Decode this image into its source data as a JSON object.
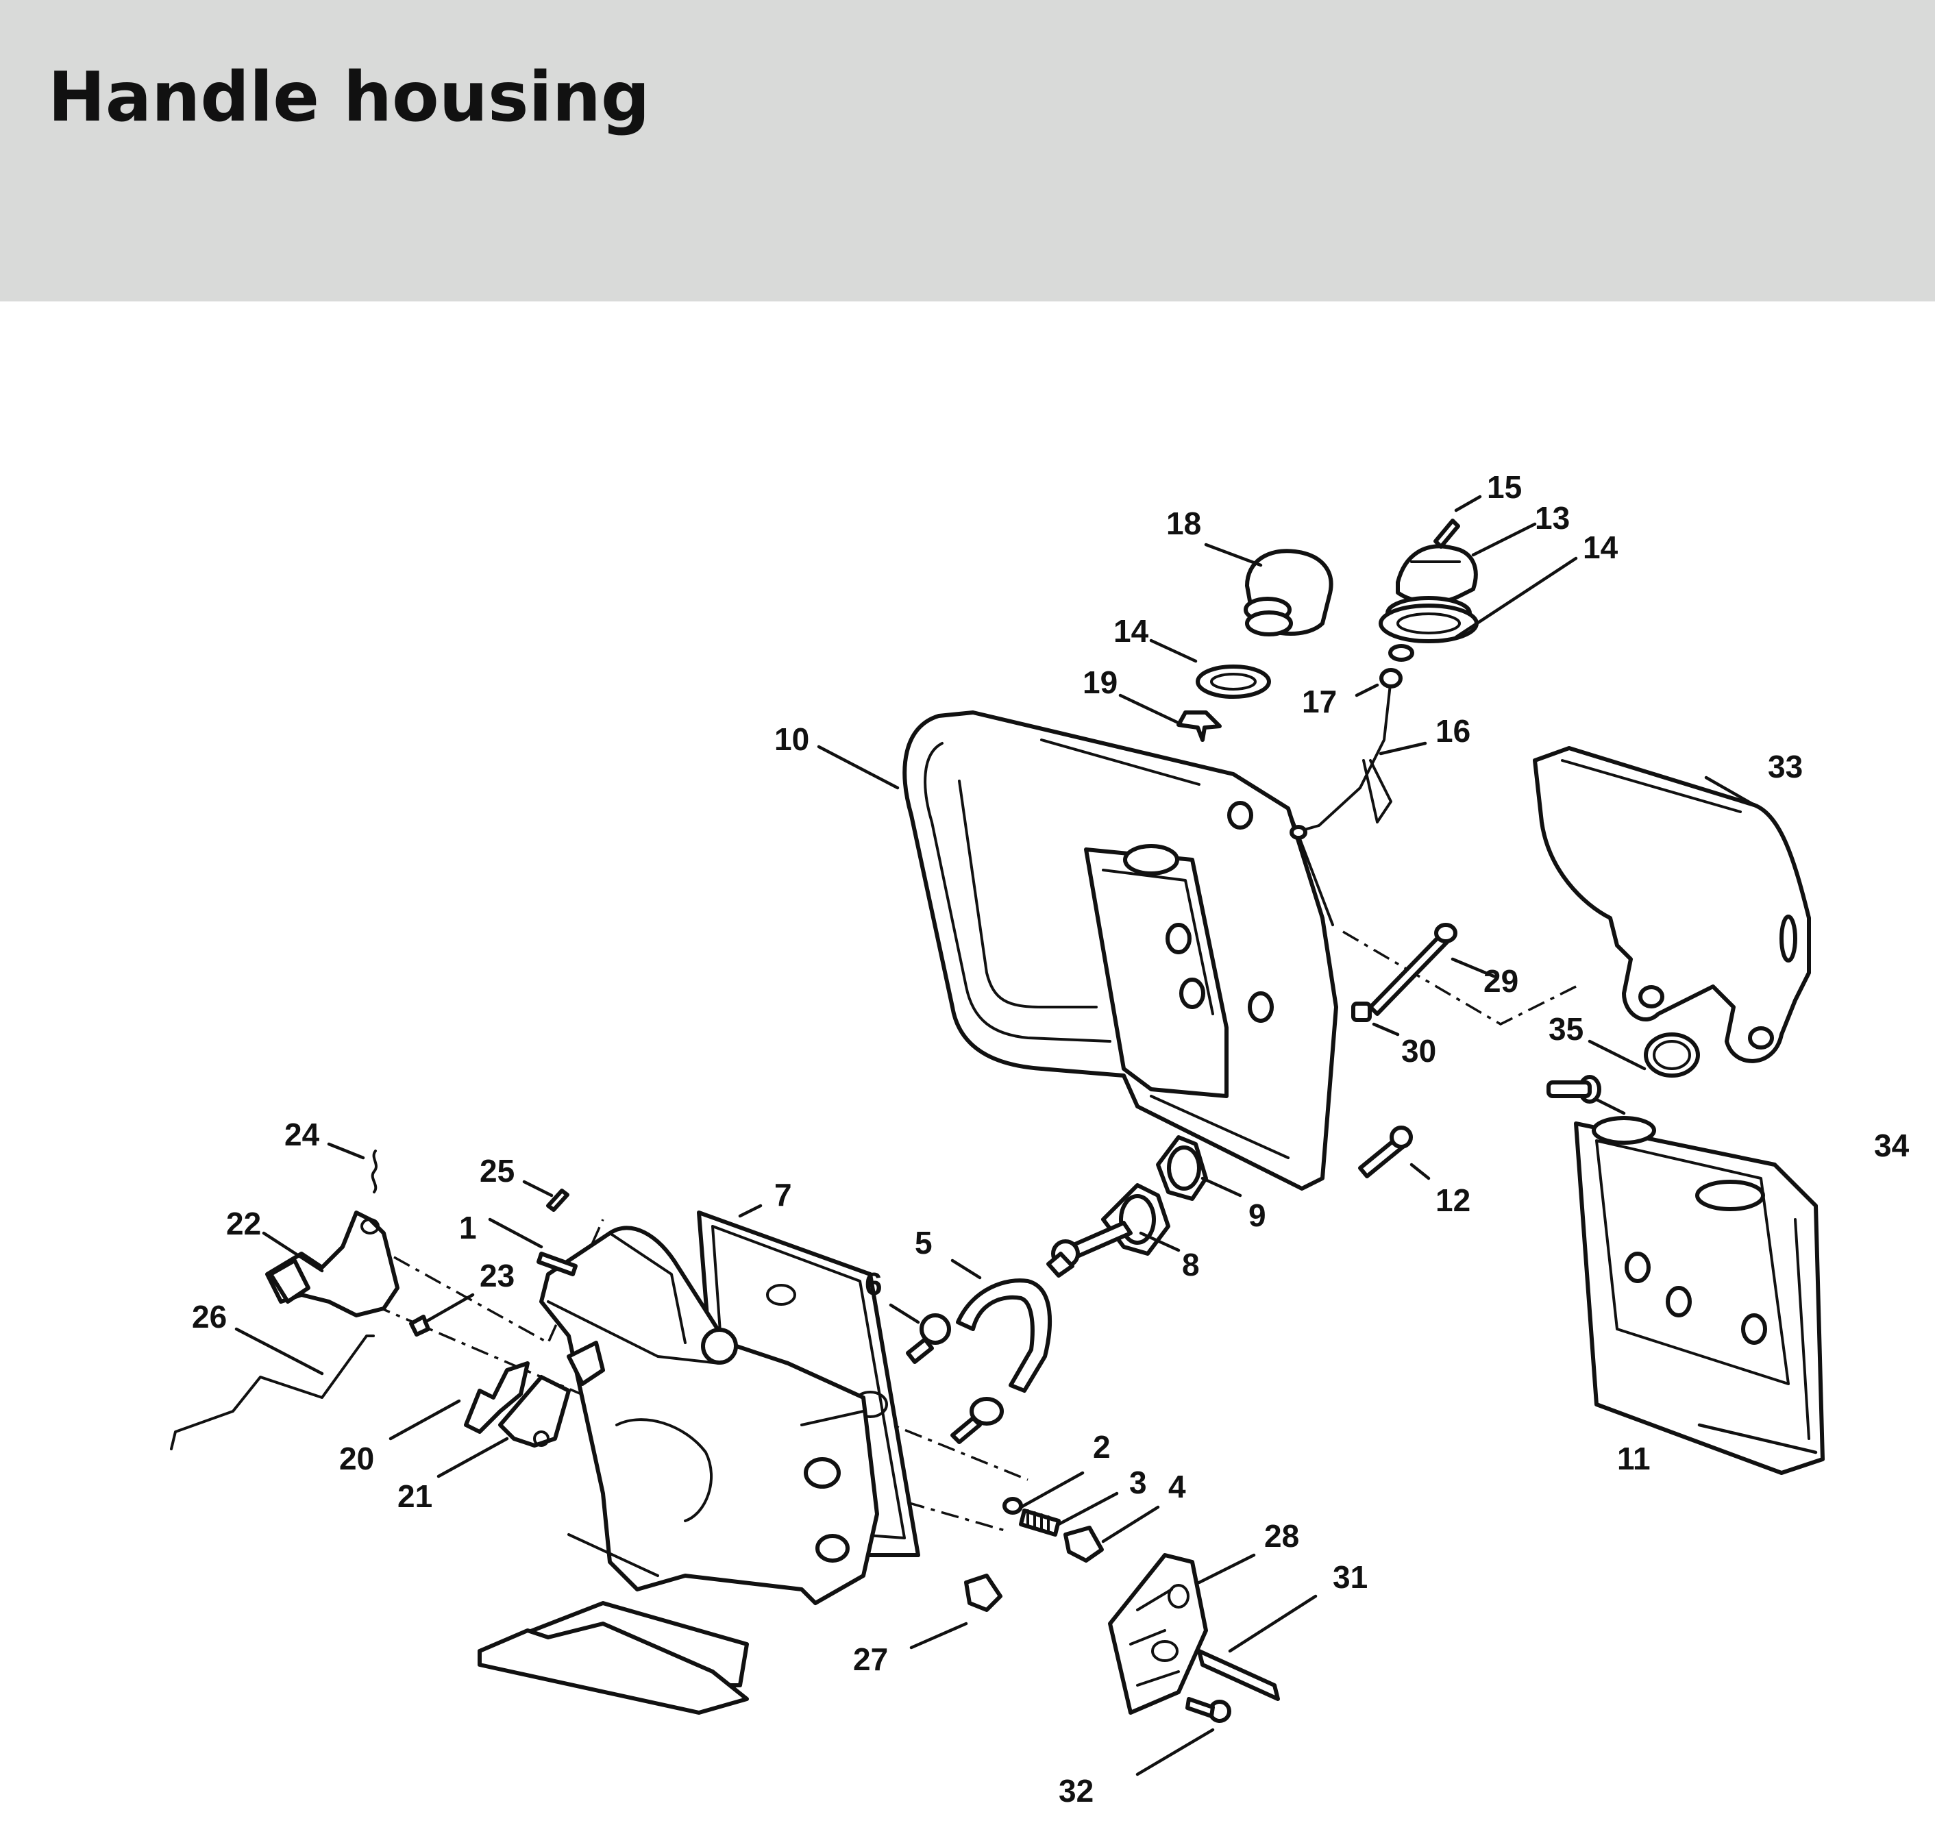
{
  "header": {
    "title": "Handle housing"
  },
  "callouts": [
    {
      "label": "1"
    },
    {
      "label": "2"
    },
    {
      "label": "3"
    },
    {
      "label": "4"
    },
    {
      "label": "5"
    },
    {
      "label": "6"
    },
    {
      "label": "7"
    },
    {
      "label": "8"
    },
    {
      "label": "9"
    },
    {
      "label": "10"
    },
    {
      "label": "11"
    },
    {
      "label": "12"
    },
    {
      "label": "13"
    },
    {
      "label": "14"
    },
    {
      "label": "14"
    },
    {
      "label": "15"
    },
    {
      "label": "16"
    },
    {
      "label": "17"
    },
    {
      "label": "18"
    },
    {
      "label": "19"
    },
    {
      "label": "20"
    },
    {
      "label": "21"
    },
    {
      "label": "22"
    },
    {
      "label": "23"
    },
    {
      "label": "24"
    },
    {
      "label": "25"
    },
    {
      "label": "26"
    },
    {
      "label": "27"
    },
    {
      "label": "28"
    },
    {
      "label": "29"
    },
    {
      "label": "30"
    },
    {
      "label": "31"
    },
    {
      "label": "32"
    },
    {
      "label": "33"
    },
    {
      "label": "34"
    },
    {
      "label": "35"
    }
  ]
}
